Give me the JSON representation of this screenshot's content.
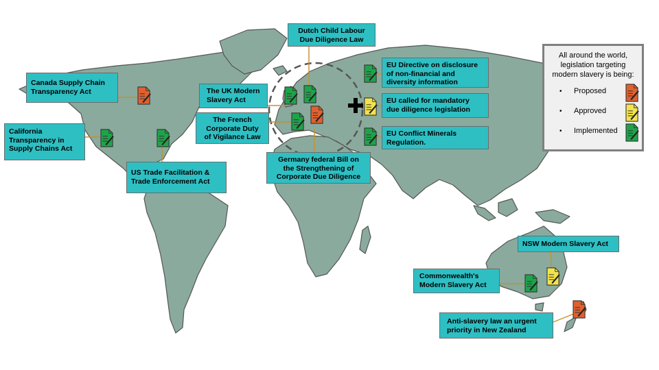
{
  "callouts": {
    "dutch": [
      "Dutch Child Labour",
      "Due Diligence Law"
    ],
    "canada": [
      "Canada Supply Chain",
      "Transparency Act"
    ],
    "uk": [
      "The UK Modern",
      "Slavery Act"
    ],
    "french": [
      "The French",
      "Corporate Duty",
      "of Vigilance Law"
    ],
    "california": [
      "California",
      "Transparency in",
      "Supply Chains Act"
    ],
    "us_trade": [
      "US  Trade Facilitation &",
      "Trade Enforcement Act"
    ],
    "germany": [
      "Germany federal Bill on",
      "the Strengthening of",
      "Corporate Due Diligence"
    ],
    "eu_directive": [
      "EU  Directive on disclosure",
      "of non-financial and",
      "diversity information"
    ],
    "eu_called": [
      "EU  called for mandatory",
      "due diligence legislation"
    ],
    "eu_conflict": [
      "EU  Conflict Minerals",
      "Regulation."
    ],
    "nsw": [
      "NSW Modern Slavery Act"
    ],
    "commonwealth": [
      "Commonwealth's",
      "Modern Slavery Act"
    ],
    "nz": [
      "Anti-slavery law an urgent",
      "priority in New Zealand"
    ]
  },
  "legend": {
    "intro": [
      "All  around the world,",
      "legislation targeting",
      "modern slavery is being:"
    ],
    "items": [
      {
        "label": "Proposed",
        "status": "proposed"
      },
      {
        "label": "Approved",
        "status": "approved"
      },
      {
        "label": "Implemented",
        "status": "implemented"
      }
    ]
  },
  "colors": {
    "proposed": "#e0602e",
    "approved": "#f2e34a",
    "implemented": "#1fa34a",
    "callout_bg": "#2ebfc3",
    "land": "#8aaa9d",
    "connector": "#c8902a"
  },
  "icons": {
    "document": "document-pen-icon",
    "eu_region": "plus-cross-icon"
  }
}
